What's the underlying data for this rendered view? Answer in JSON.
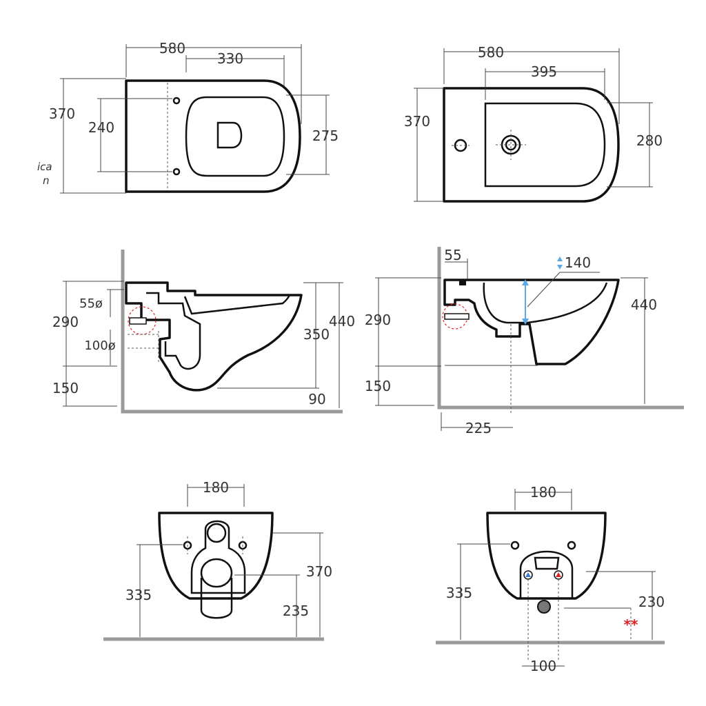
{
  "colors": {
    "outline": "#111111",
    "dimension": "#444444",
    "wall": "#9a9a9a",
    "accent_red": "#e02020",
    "accent_blue": "#3a7bd5",
    "arrow_blue": "#5aa9e6"
  },
  "toilet_top": {
    "width": "580",
    "bowl_offset": "330",
    "depth": "370",
    "mount_spacing": "240",
    "bowl_depth": "275",
    "note_line1": "ica",
    "note_line2": "n"
  },
  "bidet_top": {
    "width": "580",
    "bowl_offset": "395",
    "depth": "370",
    "bowl_depth": "280"
  },
  "toilet_side": {
    "inlet_diameter": "55ø",
    "outlet_diameter": "100ø",
    "outlet_height": "290",
    "floor_to_base": "150",
    "rim_to_base": "350",
    "rim_height": "440",
    "front_offset": "90"
  },
  "bidet_side": {
    "inlet_offset": "55",
    "bowl_depth": "140",
    "outlet_height": "290",
    "floor_to_base": "150",
    "rim_height": "440",
    "drain_offset": "225"
  },
  "toilet_back": {
    "mount_spacing": "180",
    "total_height": "370",
    "mount_height": "335",
    "outlet_height": "235"
  },
  "bidet_back": {
    "mount_spacing": "180",
    "mount_height": "335",
    "drain_height": "230",
    "drain_width": "100",
    "marker": "**"
  }
}
